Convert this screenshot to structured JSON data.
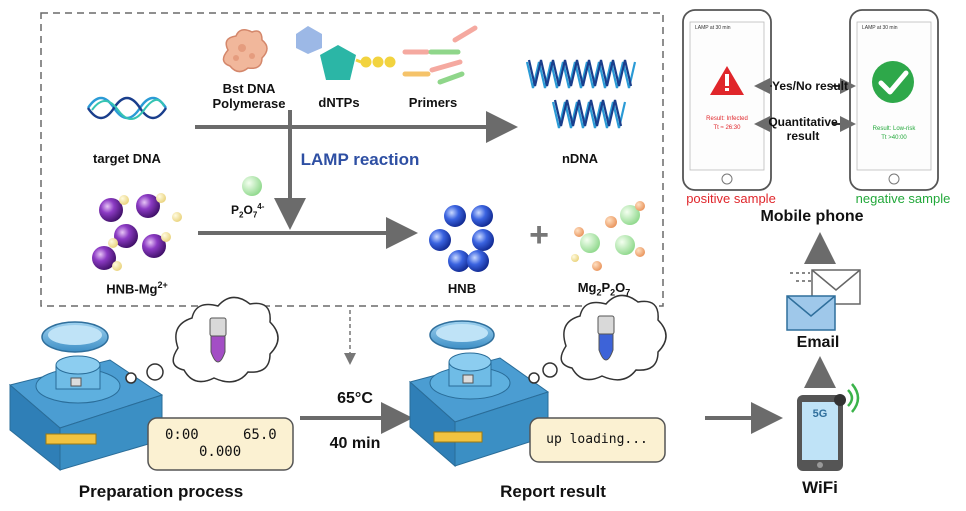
{
  "reagents": {
    "polymerase": "Bst DNA\nPolymerase",
    "dntps": "dNTPs",
    "primers": "Primers"
  },
  "target_dna": "target DNA",
  "ndna": "nDNA",
  "lamp_reaction": "LAMP reaction",
  "pyrophosphate": {
    "base": "P",
    "sub": "2",
    "mid": "O",
    "sub2": "7",
    "sup": "4-"
  },
  "hnb_mg": {
    "base": "HNB-Mg",
    "sup": "2+"
  },
  "hnb": "HNB",
  "plus_sign": "+",
  "mg2p2o7": {
    "a": "Mg",
    "s1": "2",
    "b": "P",
    "s2": "2",
    "c": "O",
    "s3": "7"
  },
  "condition_temp": "65°C",
  "condition_time": "40 min",
  "device_display_1": {
    "time": "0:00",
    "temp": "65.0",
    "value": "0.000"
  },
  "device_display_2": {
    "status": "up loading..."
  },
  "preparation_process": "Preparation process",
  "report_result": "Report result",
  "wifi": "WiFi",
  "signal": "5G",
  "email": "Email",
  "mobile_phone": "Mobile phone",
  "yes_no_result": "Yes/No result",
  "quantitative_result": "Quantitative\nresult",
  "positive_sample": "positive sample",
  "negative_sample": "negative sample",
  "phone_pos": {
    "title": "LAMP at 30 min",
    "result": "Result: Infected",
    "tt": "Tt ≈ 26:30"
  },
  "phone_neg": {
    "title": "LAMP at 30 min",
    "result": "Result: Low-risk",
    "tt": "Tt >40:00"
  },
  "colors": {
    "positive": "#e0262b",
    "negative": "#22a83a",
    "lamp": "#2e4fa3",
    "device": "#3b8fc4"
  }
}
